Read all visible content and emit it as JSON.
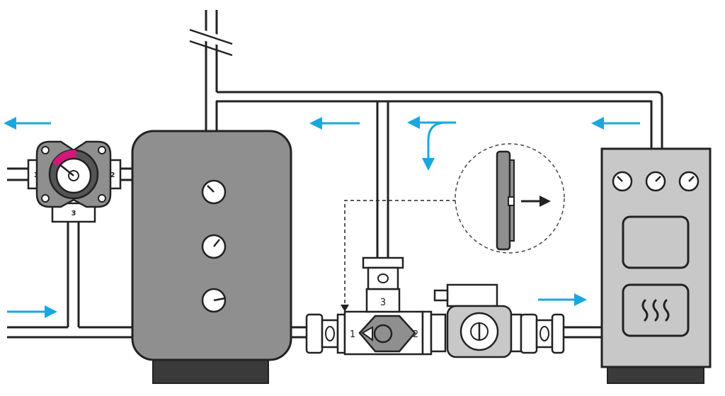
{
  "mixing_valve": {
    "port_1": "1",
    "port_2": "2",
    "port_3": "3"
  },
  "charging_unit": {
    "port_1": "1",
    "port_2": "2",
    "port_3": "3"
  },
  "colors": {
    "flow_arrow": "#1aa7e0",
    "tank": "#8f8f8f",
    "boiler": "#c8c8c8",
    "indicator": "#d6177a",
    "pipe_outline": "#222222"
  },
  "icons": [
    "flow-arrow-icon",
    "heat-waves-icon",
    "gauge-icon",
    "thermostat-icon"
  ]
}
